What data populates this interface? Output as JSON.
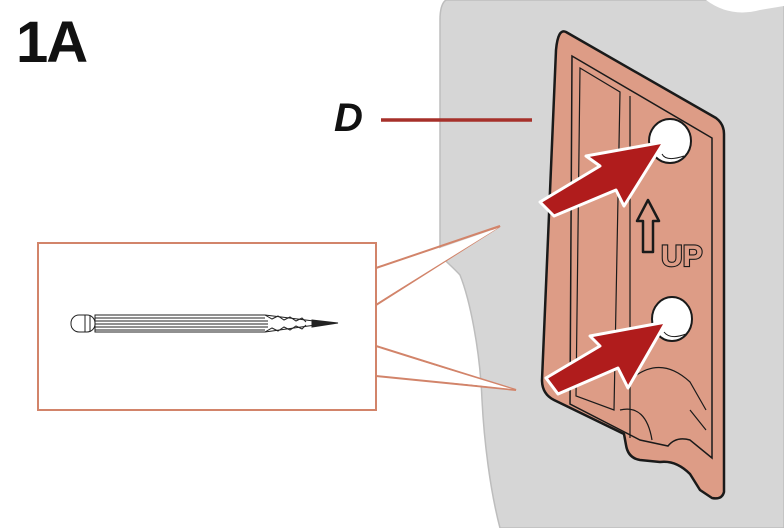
{
  "step": {
    "label": "1A"
  },
  "callout": {
    "letter": "D"
  },
  "part": {
    "embossed_text": "UP",
    "arrow_icon": "up-arrow-icon"
  },
  "tool": {
    "icon": "pencil-icon"
  },
  "colors": {
    "background": "#ffffff",
    "device_body": "#d6d6d6",
    "part_fill": "#dd9c86",
    "part_outline": "#1a1a1a",
    "accent_red": "#b01c1c",
    "callout_line": "#a6302a",
    "magnifier_outline": "#d2846a",
    "text": "#111111"
  }
}
